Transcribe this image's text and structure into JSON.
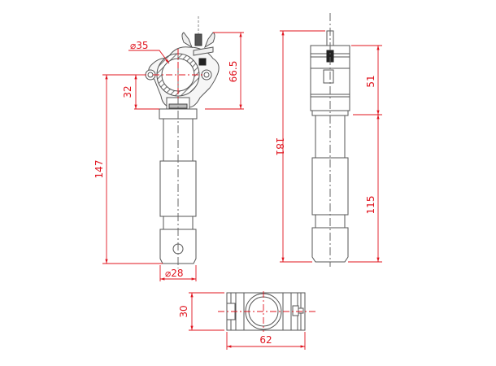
{
  "colors": {
    "dimension": "#e0141e",
    "outline": "#555555",
    "centerline": "#666666",
    "hatch": "#777777",
    "background": "#ffffff"
  },
  "front_view": {
    "tube_diameter": "35",
    "spigot_diameter": "28",
    "clamp_center_height": "32",
    "clamp_height": "66.5",
    "overall_length": "147"
  },
  "side_view": {
    "overall_height": "181",
    "clamp_section_height": "51",
    "spigot_length": "115"
  },
  "top_view": {
    "width": "62",
    "depth": "30"
  },
  "symbols": {
    "diameter": "⌀"
  }
}
